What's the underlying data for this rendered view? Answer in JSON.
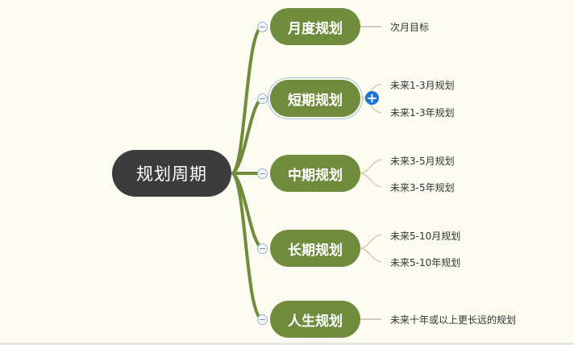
{
  "root": {
    "label": "规划周期"
  },
  "branches": [
    {
      "label": "月度规划",
      "children": [
        "次月目标"
      ]
    },
    {
      "label": "短期规划",
      "children": [
        "未来1-3月规划",
        "未来1-3年规划"
      ],
      "selected": true
    },
    {
      "label": "中期规划",
      "children": [
        "未来3-5月规划",
        "未来3-5年规划"
      ]
    },
    {
      "label": "长期规划",
      "children": [
        "未来5-10月规划",
        "未来5-10年规划"
      ]
    },
    {
      "label": "人生规划",
      "children": [
        "未来十年或以上更长远的规划"
      ]
    }
  ],
  "icons": {
    "collapse": "minus-circle-icon",
    "expand": "plus-circle-icon",
    "expand_glyph": "+"
  },
  "colors": {
    "root": "#3c3c3c",
    "branch": "#6e8c3c",
    "link": "#6e8c3c",
    "leaf_link": "#bfae8a",
    "expand": "#1e74d8",
    "background": "#fbfbf1"
  }
}
